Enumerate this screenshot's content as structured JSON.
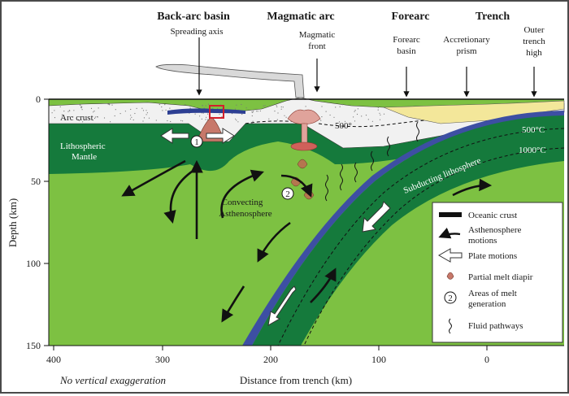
{
  "headers": {
    "back_arc": "Back-arc basin",
    "magmatic_arc": "Magmatic arc",
    "forearc": "Forearc",
    "trench": "Trench"
  },
  "sublabels": {
    "spreading_axis": "Spreading axis",
    "magmatic_front": [
      "Magmatic",
      "front"
    ],
    "forearc_basin": [
      "Forearc",
      "basin"
    ],
    "accretionary_prism": [
      "Accretionary",
      "prism"
    ],
    "outer_trench_high": [
      "Outer",
      "trench",
      "high"
    ]
  },
  "regions": {
    "arc_crust": "Arc crust",
    "lithospheric_mantle": [
      "Lithospheric",
      "Mantle"
    ],
    "convecting_asthenosphere": [
      "Convecting",
      "Asthenosphere"
    ],
    "subducting_lithosphere": "Subducting lithosphere",
    "iso_500_wedge": "500°",
    "iso_500": "500°C",
    "iso_1000": "1000°C",
    "melt_area_1": "1",
    "melt_area_2": "2"
  },
  "axes": {
    "y_label": "Depth (km)",
    "x_label": "Distance from trench (km)",
    "x_ticks": [
      "400",
      "300",
      "200",
      "100",
      "0"
    ],
    "y_ticks": [
      "0",
      "50",
      "100",
      "150"
    ],
    "note": "No vertical exaggeration"
  },
  "legend": {
    "items": [
      {
        "symbol": "bar",
        "label": [
          "Oceanic crust"
        ]
      },
      {
        "symbol": "curved-arrow",
        "label": [
          "Asthenosphere",
          "motions"
        ]
      },
      {
        "symbol": "hollow-arrow",
        "label": [
          "Plate motions"
        ]
      },
      {
        "symbol": "diapir",
        "label": [
          "Partial melt diapir"
        ]
      },
      {
        "symbol": "circled-number",
        "number": "2",
        "label": [
          "Areas of melt",
          "generation"
        ]
      },
      {
        "symbol": "squiggle",
        "label": [
          "Fluid pathways"
        ]
      }
    ]
  },
  "colors": {
    "asthenosphere": "#7dc142",
    "lithosphere": "#157a3c",
    "oceanic_crust": "#3d4fa3",
    "arc_crust": "#f1f1f1",
    "sediment": "#f3e79a",
    "diapir": "#c7786a",
    "highlight_box": "#d21f2b"
  }
}
